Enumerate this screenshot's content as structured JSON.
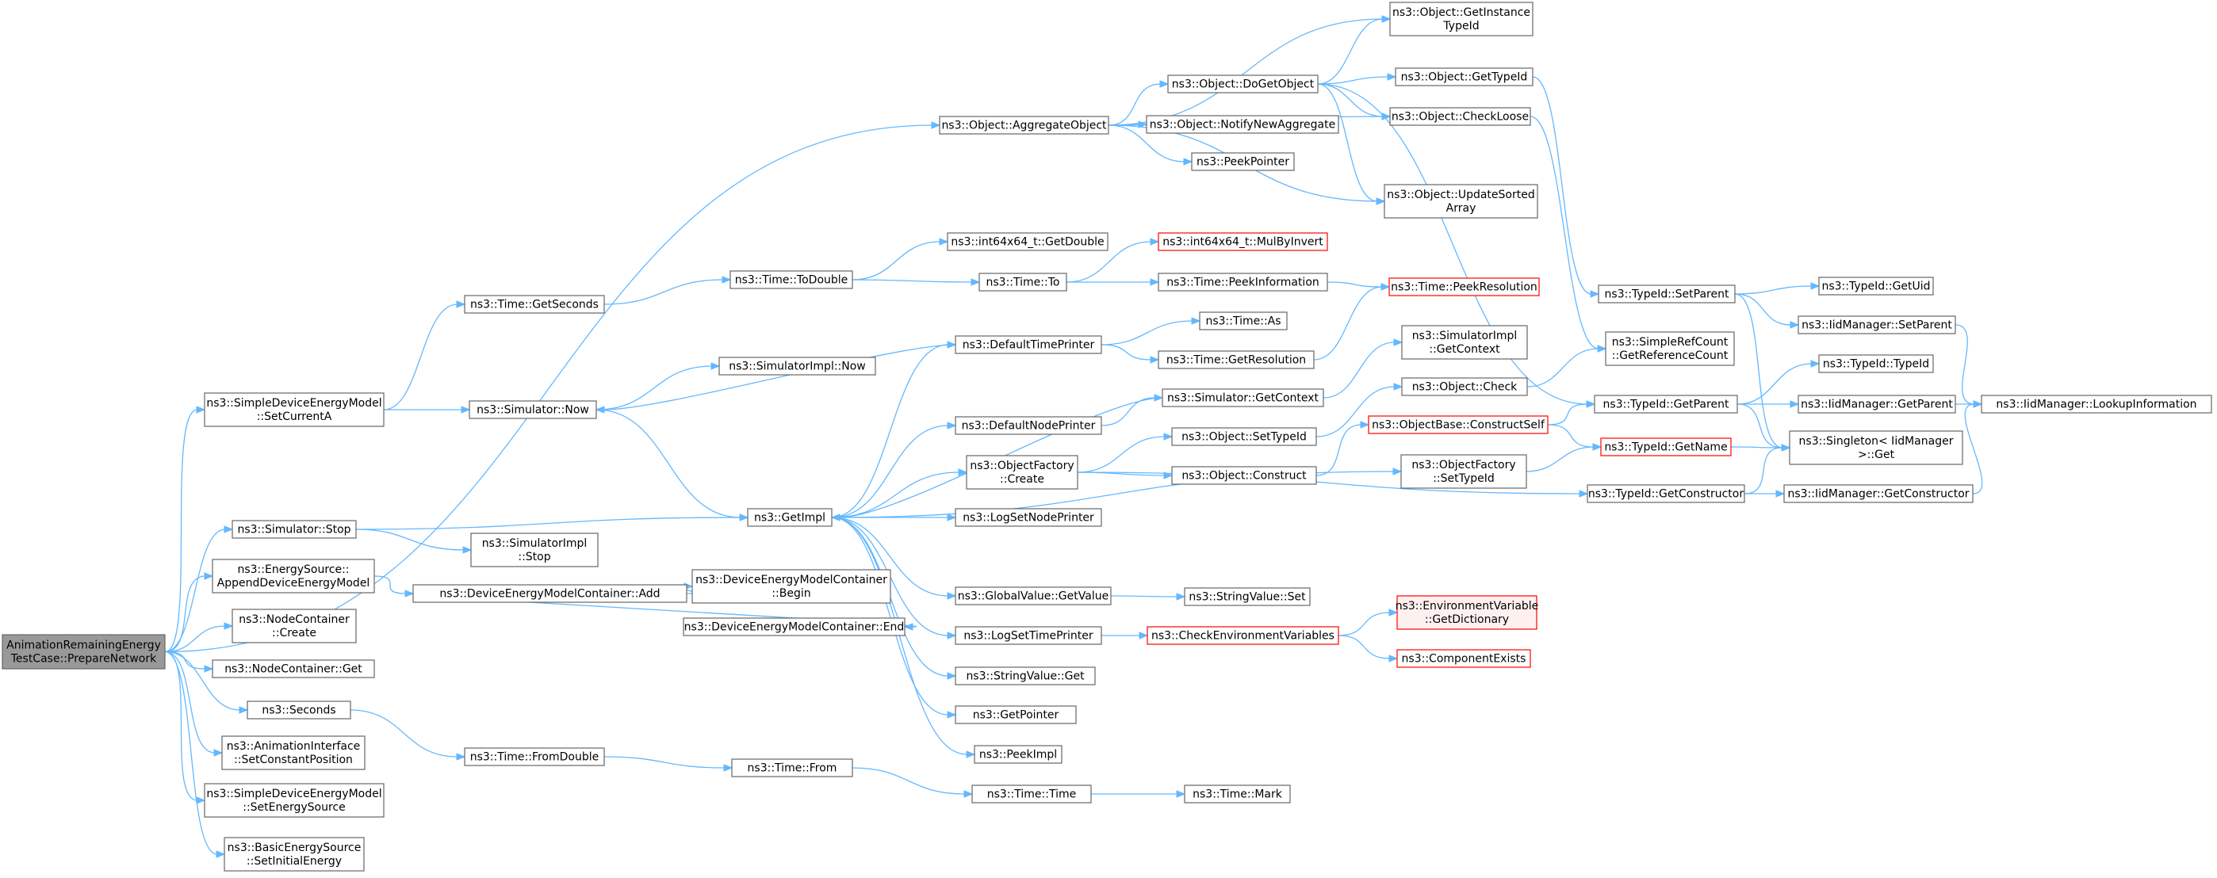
{
  "graph": {
    "colors": {
      "edge": "#63b8ff",
      "node_border": "#666666",
      "node_fill": "#ffffff",
      "highlight_border": "#ff0000",
      "highlight_fill": "#fff0f0",
      "root_fill": "#999999"
    },
    "nodes": [
      {
        "id": "root",
        "lines": [
          "AnimationRemainingEnergy",
          "TestCase::PrepareNetwork"
        ],
        "style": "root"
      },
      {
        "id": "aggregate",
        "lines": [
          "ns3::Object::AggregateObject"
        ]
      },
      {
        "id": "getInst",
        "lines": [
          "ns3::Object::GetInstance",
          "TypeId"
        ]
      },
      {
        "id": "doGet",
        "lines": [
          "ns3::Object::DoGetObject"
        ]
      },
      {
        "id": "getTypeId",
        "lines": [
          "ns3::Object::GetTypeId"
        ]
      },
      {
        "id": "checkLoose",
        "lines": [
          "ns3::Object::CheckLoose"
        ]
      },
      {
        "id": "notifyNew",
        "lines": [
          "ns3::Object::NotifyNewAggregate"
        ]
      },
      {
        "id": "peekPtr",
        "lines": [
          "ns3::PeekPointer"
        ]
      },
      {
        "id": "updSorted",
        "lines": [
          "ns3::Object::UpdateSorted",
          "Array"
        ]
      },
      {
        "id": "getDouble",
        "lines": [
          "ns3::int64x64_t::GetDouble"
        ]
      },
      {
        "id": "mulInv",
        "lines": [
          "ns3::int64x64_t::MulByInvert"
        ],
        "style": "red"
      },
      {
        "id": "toDouble",
        "lines": [
          "ns3::Time::ToDouble"
        ]
      },
      {
        "id": "timeTo",
        "lines": [
          "ns3::Time::To"
        ]
      },
      {
        "id": "peekInfo",
        "lines": [
          "ns3::Time::PeekInformation"
        ]
      },
      {
        "id": "peekRes",
        "lines": [
          "ns3::Time::PeekResolution"
        ],
        "style": "red"
      },
      {
        "id": "getSeconds",
        "lines": [
          "ns3::Time::GetSeconds"
        ]
      },
      {
        "id": "timeAs",
        "lines": [
          "ns3::Time::As"
        ]
      },
      {
        "id": "defTP",
        "lines": [
          "ns3::DefaultTimePrinter"
        ]
      },
      {
        "id": "getRes",
        "lines": [
          "ns3::Time::GetResolution"
        ]
      },
      {
        "id": "simImplNow",
        "lines": [
          "ns3::SimulatorImpl::Now"
        ]
      },
      {
        "id": "setCurA",
        "lines": [
          "ns3::SimpleDeviceEnergyModel",
          "::SetCurrentA"
        ]
      },
      {
        "id": "simNow",
        "lines": [
          "ns3::Simulator::Now"
        ]
      },
      {
        "id": "simImplCtx",
        "lines": [
          "ns3::SimulatorImpl",
          "::GetContext"
        ]
      },
      {
        "id": "simGetCtx",
        "lines": [
          "ns3::Simulator::GetContext"
        ]
      },
      {
        "id": "defNP",
        "lines": [
          "ns3::DefaultNodePrinter"
        ]
      },
      {
        "id": "objCheck",
        "lines": [
          "ns3::Object::Check"
        ]
      },
      {
        "id": "objFactCreate",
        "lines": [
          "ns3::ObjectFactory",
          "::Create"
        ]
      },
      {
        "id": "objSetTid",
        "lines": [
          "ns3::Object::SetTypeId"
        ]
      },
      {
        "id": "objConstruct",
        "lines": [
          "ns3::Object::Construct"
        ]
      },
      {
        "id": "simStop",
        "lines": [
          "ns3::Simulator::Stop"
        ]
      },
      {
        "id": "getImpl",
        "lines": [
          "ns3::GetImpl"
        ]
      },
      {
        "id": "simImplStop",
        "lines": [
          "ns3::SimulatorImpl",
          "::Stop"
        ]
      },
      {
        "id": "logSetNP",
        "lines": [
          "ns3::LogSetNodePrinter"
        ]
      },
      {
        "id": "appendDEM",
        "lines": [
          "ns3::EnergySource::",
          "AppendDeviceEnergyModel"
        ]
      },
      {
        "id": "demcAdd",
        "lines": [
          "ns3::DeviceEnergyModelContainer::Add"
        ]
      },
      {
        "id": "demcBegin",
        "lines": [
          "ns3::DeviceEnergyModelContainer",
          "::Begin"
        ]
      },
      {
        "id": "demcEnd",
        "lines": [
          "ns3::DeviceEnergyModelContainer::End"
        ]
      },
      {
        "id": "nodeCreate",
        "lines": [
          "ns3::NodeContainer",
          "::Create"
        ]
      },
      {
        "id": "nodeGet",
        "lines": [
          "ns3::NodeContainer::Get"
        ]
      },
      {
        "id": "globalGetValue",
        "lines": [
          "ns3::GlobalValue::GetValue"
        ]
      },
      {
        "id": "strValSet",
        "lines": [
          "ns3::StringValue::Set"
        ]
      },
      {
        "id": "logSetTP",
        "lines": [
          "ns3::LogSetTimePrinter"
        ]
      },
      {
        "id": "checkEnv",
        "lines": [
          "ns3::CheckEnvironmentVariables"
        ],
        "style": "red"
      },
      {
        "id": "envGetDict",
        "lines": [
          "ns3::EnvironmentVariable",
          "::GetDictionary"
        ],
        "style": "red"
      },
      {
        "id": "compExists",
        "lines": [
          "ns3::ComponentExists"
        ],
        "style": "red"
      },
      {
        "id": "strValGet",
        "lines": [
          "ns3::StringValue::Get"
        ]
      },
      {
        "id": "getPointer",
        "lines": [
          "ns3::GetPointer"
        ]
      },
      {
        "id": "peekImpl",
        "lines": [
          "ns3::PeekImpl"
        ]
      },
      {
        "id": "seconds",
        "lines": [
          "ns3::Seconds"
        ]
      },
      {
        "id": "fromDouble",
        "lines": [
          "ns3::Time::FromDouble"
        ]
      },
      {
        "id": "timeFrom",
        "lines": [
          "ns3::Time::From"
        ]
      },
      {
        "id": "timeTime",
        "lines": [
          "ns3::Time::Time"
        ]
      },
      {
        "id": "timeMark",
        "lines": [
          "ns3::Time::Mark"
        ]
      },
      {
        "id": "animSetPos",
        "lines": [
          "ns3::AnimationInterface",
          "::SetConstantPosition"
        ]
      },
      {
        "id": "setEnergySrc",
        "lines": [
          "ns3::SimpleDeviceEnergyModel",
          "::SetEnergySource"
        ]
      },
      {
        "id": "setInitEnergy",
        "lines": [
          "ns3::BasicEnergySource",
          "::SetInitialEnergy"
        ]
      },
      {
        "id": "tidSetParent",
        "lines": [
          "ns3::TypeId::SetParent"
        ]
      },
      {
        "id": "tidGetUid",
        "lines": [
          "ns3::TypeId::GetUid"
        ]
      },
      {
        "id": "iidSetParent",
        "lines": [
          "ns3::IidManager::SetParent"
        ]
      },
      {
        "id": "refCount",
        "lines": [
          "ns3::SimpleRefCount",
          "::GetReferenceCount"
        ]
      },
      {
        "id": "tidTypeId",
        "lines": [
          "ns3::TypeId::TypeId"
        ]
      },
      {
        "id": "tidGetParent",
        "lines": [
          "ns3::TypeId::GetParent"
        ]
      },
      {
        "id": "iidGetParent",
        "lines": [
          "ns3::IidManager::GetParent"
        ]
      },
      {
        "id": "iidLookup",
        "lines": [
          "ns3::IidManager::LookupInformation"
        ]
      },
      {
        "id": "constructSelf",
        "lines": [
          "ns3::ObjectBase::ConstructSelf"
        ],
        "style": "red"
      },
      {
        "id": "tidGetName",
        "lines": [
          "ns3::TypeId::GetName"
        ],
        "style": "red"
      },
      {
        "id": "singleton",
        "lines": [
          "ns3::Singleton< IidManager",
          ">::Get"
        ]
      },
      {
        "id": "objFactSetTid",
        "lines": [
          "ns3::ObjectFactory",
          "::SetTypeId"
        ]
      },
      {
        "id": "tidGetCtor",
        "lines": [
          "ns3::TypeId::GetConstructor"
        ]
      },
      {
        "id": "iidGetCtor",
        "lines": [
          "ns3::IidManager::GetConstructor"
        ]
      }
    ],
    "edges": [
      [
        "root",
        "aggregate"
      ],
      [
        "root",
        "setCurA"
      ],
      [
        "root",
        "simStop"
      ],
      [
        "root",
        "appendDEM"
      ],
      [
        "root",
        "nodeCreate"
      ],
      [
        "root",
        "nodeGet"
      ],
      [
        "root",
        "seconds"
      ],
      [
        "root",
        "animSetPos"
      ],
      [
        "root",
        "setEnergySrc"
      ],
      [
        "root",
        "setInitEnergy"
      ],
      [
        "aggregate",
        "getInst"
      ],
      [
        "aggregate",
        "doGet"
      ],
      [
        "aggregate",
        "checkLoose"
      ],
      [
        "aggregate",
        "notifyNew"
      ],
      [
        "aggregate",
        "peekPtr"
      ],
      [
        "aggregate",
        "updSorted"
      ],
      [
        "doGet",
        "getInst"
      ],
      [
        "doGet",
        "getTypeId"
      ],
      [
        "doGet",
        "checkLoose"
      ],
      [
        "doGet",
        "updSorted"
      ],
      [
        "doGet",
        "tidGetParent"
      ],
      [
        "getTypeId",
        "tidSetParent"
      ],
      [
        "checkLoose",
        "refCount"
      ],
      [
        "setCurA",
        "getSeconds"
      ],
      [
        "setCurA",
        "simNow"
      ],
      [
        "getSeconds",
        "toDouble"
      ],
      [
        "toDouble",
        "getDouble"
      ],
      [
        "toDouble",
        "timeTo"
      ],
      [
        "timeTo",
        "mulInv"
      ],
      [
        "timeTo",
        "peekInfo"
      ],
      [
        "peekInfo",
        "peekRes"
      ],
      [
        "simNow",
        "simImplNow"
      ],
      [
        "simNow",
        "getImpl"
      ],
      [
        "defTP",
        "simNow"
      ],
      [
        "defTP",
        "timeAs"
      ],
      [
        "defTP",
        "getRes"
      ],
      [
        "getRes",
        "peekRes"
      ],
      [
        "simGetCtx",
        "simImplCtx"
      ],
      [
        "simGetCtx",
        "getImpl"
      ],
      [
        "defNP",
        "simGetCtx"
      ],
      [
        "objFactCreate",
        "objSetTid"
      ],
      [
        "objFactCreate",
        "objConstruct"
      ],
      [
        "objFactCreate",
        "tidGetCtor"
      ],
      [
        "objSetTid",
        "objCheck"
      ],
      [
        "objCheck",
        "refCount"
      ],
      [
        "objConstruct",
        "constructSelf"
      ],
      [
        "simStop",
        "getImpl"
      ],
      [
        "simStop",
        "simImplStop"
      ],
      [
        "getImpl",
        "defTP"
      ],
      [
        "getImpl",
        "defNP"
      ],
      [
        "getImpl",
        "objFactCreate"
      ],
      [
        "getImpl",
        "logSetNP"
      ],
      [
        "getImpl",
        "objFactSetTid"
      ],
      [
        "getImpl",
        "globalGetValue"
      ],
      [
        "getImpl",
        "logSetTP"
      ],
      [
        "getImpl",
        "strValGet"
      ],
      [
        "getImpl",
        "getPointer"
      ],
      [
        "getImpl",
        "peekImpl"
      ],
      [
        "appendDEM",
        "demcAdd"
      ],
      [
        "demcAdd",
        "demcBegin"
      ],
      [
        "demcAdd",
        "demcEnd"
      ],
      [
        "globalGetValue",
        "strValSet"
      ],
      [
        "logSetTP",
        "checkEnv"
      ],
      [
        "checkEnv",
        "envGetDict"
      ],
      [
        "checkEnv",
        "compExists"
      ],
      [
        "seconds",
        "fromDouble"
      ],
      [
        "fromDouble",
        "timeFrom"
      ],
      [
        "timeFrom",
        "timeTime"
      ],
      [
        "timeTime",
        "timeMark"
      ],
      [
        "tidSetParent",
        "tidGetUid"
      ],
      [
        "tidSetParent",
        "iidSetParent"
      ],
      [
        "tidSetParent",
        "singleton"
      ],
      [
        "iidSetParent",
        "iidLookup"
      ],
      [
        "tidGetParent",
        "tidTypeId"
      ],
      [
        "tidGetParent",
        "iidGetParent"
      ],
      [
        "tidGetParent",
        "singleton"
      ],
      [
        "iidGetParent",
        "iidLookup"
      ],
      [
        "constructSelf",
        "tidGetParent"
      ],
      [
        "constructSelf",
        "tidGetName"
      ],
      [
        "tidGetName",
        "singleton"
      ],
      [
        "objFactSetTid",
        "tidGetName"
      ],
      [
        "tidGetCtor",
        "singleton"
      ],
      [
        "tidGetCtor",
        "iidGetCtor"
      ],
      [
        "iidGetCtor",
        "iidLookup"
      ]
    ]
  }
}
